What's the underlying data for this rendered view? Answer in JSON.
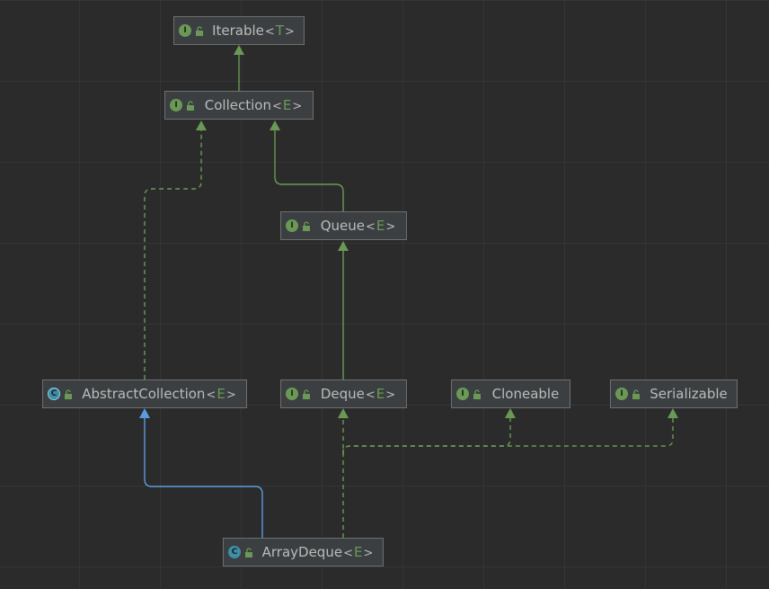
{
  "diagram": {
    "nodes": [
      {
        "id": "iterable",
        "name": "Iterable",
        "type_param": "T",
        "kind": "interface"
      },
      {
        "id": "collection",
        "name": "Collection",
        "type_param": "E",
        "kind": "interface"
      },
      {
        "id": "queue",
        "name": "Queue",
        "type_param": "E",
        "kind": "interface"
      },
      {
        "id": "abstractcollection",
        "name": "AbstractCollection",
        "type_param": "E",
        "kind": "abstract-class"
      },
      {
        "id": "deque",
        "name": "Deque",
        "type_param": "E",
        "kind": "interface"
      },
      {
        "id": "cloneable",
        "name": "Cloneable",
        "type_param": "",
        "kind": "interface"
      },
      {
        "id": "serializable",
        "name": "Serializable",
        "type_param": "",
        "kind": "interface"
      },
      {
        "id": "arraydeque",
        "name": "ArrayDeque",
        "type_param": "E",
        "kind": "class"
      }
    ],
    "edges": [
      {
        "from": "collection",
        "to": "iterable",
        "relation": "extends"
      },
      {
        "from": "queue",
        "to": "collection",
        "relation": "extends"
      },
      {
        "from": "abstractcollection",
        "to": "collection",
        "relation": "implements"
      },
      {
        "from": "deque",
        "to": "queue",
        "relation": "extends"
      },
      {
        "from": "arraydeque",
        "to": "abstractcollection",
        "relation": "class-extends"
      },
      {
        "from": "arraydeque",
        "to": "deque",
        "relation": "implements"
      },
      {
        "from": "arraydeque",
        "to": "cloneable",
        "relation": "implements"
      },
      {
        "from": "arraydeque",
        "to": "serializable",
        "relation": "implements"
      }
    ]
  },
  "icons": {
    "interface": "interface-icon",
    "class": "class-icon",
    "abstract-class": "abstract-class-icon",
    "visibility": "public-lock-icon"
  },
  "colors": {
    "background": "#2b2b2b",
    "node_fill": "#3c3f41",
    "node_border": "#6e6e6e",
    "text": "#bbbbbb",
    "interface_edge": "#6a9955",
    "class_edge": "#5a9bde"
  }
}
